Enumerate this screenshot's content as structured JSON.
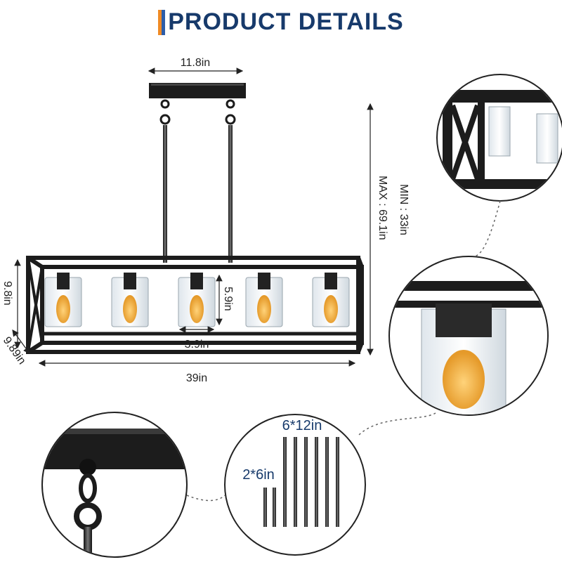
{
  "header": {
    "title": "PRODUCT DETAILS"
  },
  "dimensions": {
    "canopy_width": "11.8in",
    "height_range_min": "MIN : 33in",
    "height_range_max": "MAX : 69.1in",
    "frame_height": "9.8in",
    "frame_depth": "9.89in",
    "frame_length": "39in",
    "shade_height": "5.9in",
    "shade_diameter": "3.9in"
  },
  "rods": {
    "long_rods_label": "6*12in",
    "short_rods_label": "2*6in"
  },
  "colors": {
    "title": "#173a6b",
    "accent_orange": "#f08a24",
    "accent_blue": "#2d5da8",
    "frame": "#1c1c1c",
    "bulb": "#e59a2a"
  }
}
